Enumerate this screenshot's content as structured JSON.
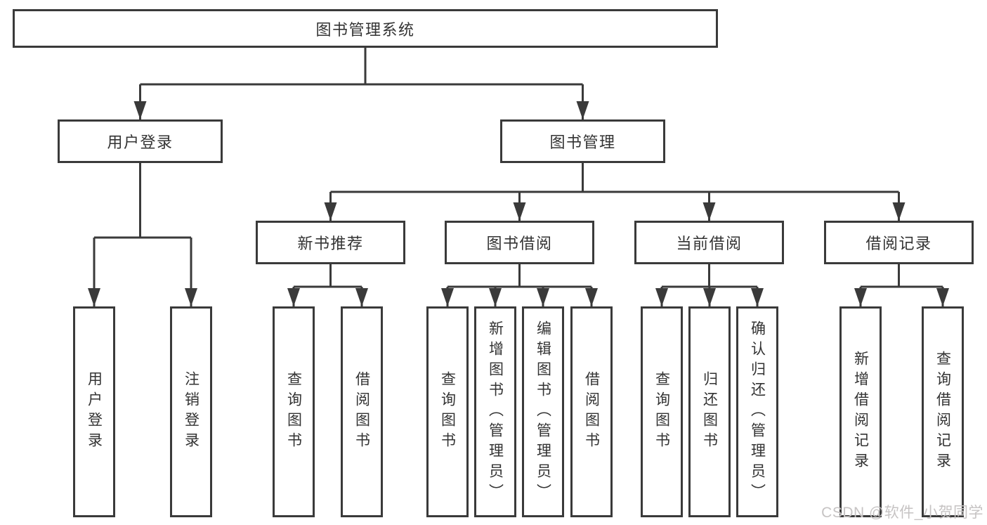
{
  "diagram": {
    "title": "图书管理系统",
    "tree": {
      "root": {
        "label": "图书管理系统"
      },
      "branches": [
        {
          "label": "用户登录",
          "children": [
            {
              "label": "用户登录"
            },
            {
              "label": "注销登录"
            }
          ]
        },
        {
          "label": "图书管理",
          "children": [
            {
              "label": "新书推荐",
              "children": [
                {
                  "label": "查询图书"
                },
                {
                  "label": "借阅图书"
                }
              ]
            },
            {
              "label": "图书借阅",
              "children": [
                {
                  "label": "查询图书"
                },
                {
                  "label": "新增图书（管理员）"
                },
                {
                  "label": "编辑图书（管理员）"
                },
                {
                  "label": "借阅图书"
                }
              ]
            },
            {
              "label": "当前借阅",
              "children": [
                {
                  "label": "查询图书"
                },
                {
                  "label": "归还图书"
                },
                {
                  "label": "确认归还（管理员）"
                }
              ]
            },
            {
              "label": "借阅记录",
              "children": [
                {
                  "label": "新增借阅记录"
                },
                {
                  "label": "查询借阅记录"
                }
              ]
            }
          ]
        }
      ]
    },
    "watermark": {
      "text": "CSDN @软件_小贺同学"
    },
    "colors": {
      "line": "#3a3a3a",
      "box_border": "#3a3a3a",
      "text": "#333333",
      "background": "#ffffff",
      "watermark": "#c6c3c3"
    }
  }
}
